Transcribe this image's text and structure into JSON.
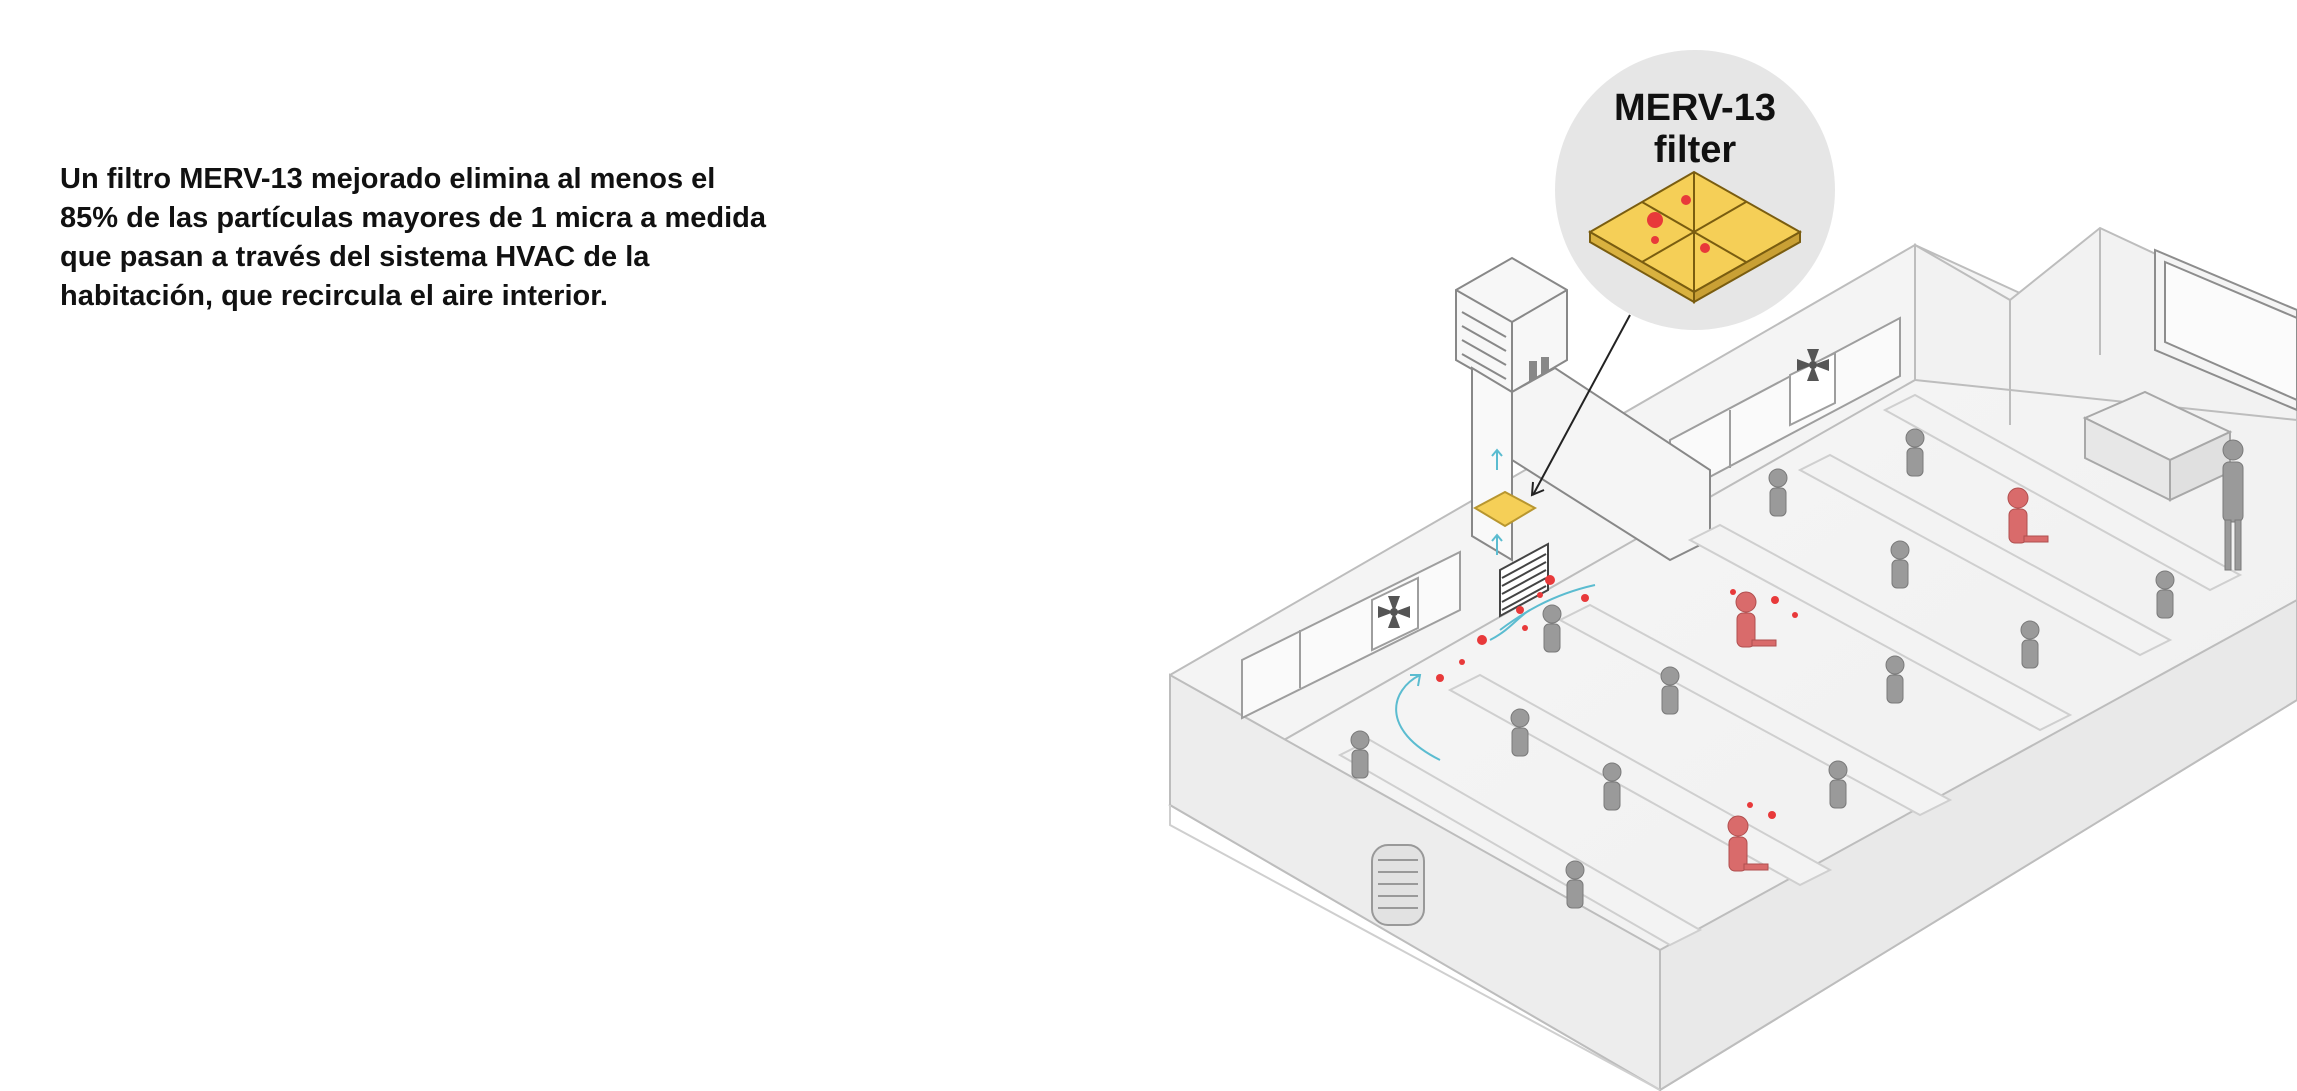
{
  "caption": {
    "text": "Un filtro MERV-13 mejorado elimina al menos el 85% de las partículas mayores de 1 micra a medida que pasan a través del sistema HVAC de la habitación, que recircula el aire interior."
  },
  "callout": {
    "title_line1": "MERV-13",
    "title_line2": "filter"
  },
  "colors": {
    "filter_yellow": "#f5cf57",
    "particle_red": "#e8393a",
    "airflow_blue": "#5bbcd0",
    "infected_person": "#d96b6b",
    "person_gray": "#8a8a8a",
    "wall_line": "#bdbdbd",
    "callout_bg": "#e6e6e6"
  },
  "icons": [
    "fan-icon",
    "filter-icon",
    "hvac-unit-icon",
    "air-purifier-icon"
  ]
}
